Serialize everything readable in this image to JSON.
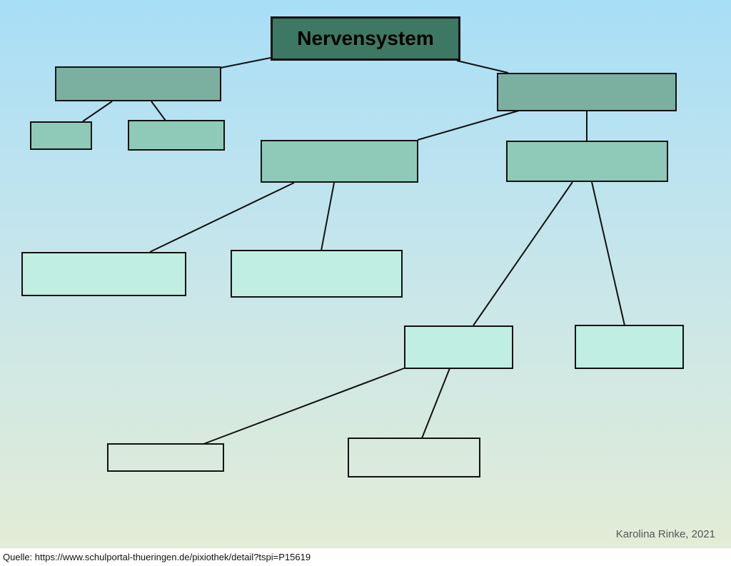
{
  "diagram": {
    "title": "Nervensystem",
    "boxes": [
      {
        "id": "b-l1",
        "label": ""
      },
      {
        "id": "b-r1",
        "label": ""
      },
      {
        "id": "b-l1a",
        "label": ""
      },
      {
        "id": "b-l1b",
        "label": ""
      },
      {
        "id": "b-r2a",
        "label": ""
      },
      {
        "id": "b-r2b",
        "label": ""
      },
      {
        "id": "b-r3a",
        "label": ""
      },
      {
        "id": "b-r3b",
        "label": ""
      },
      {
        "id": "b-r3c",
        "label": ""
      },
      {
        "id": "b-r3d",
        "label": ""
      },
      {
        "id": "b-r4a",
        "label": ""
      },
      {
        "id": "b-r4b",
        "label": ""
      }
    ]
  },
  "credit": "Karolina Rinke, 2021",
  "source": "Quelle: https://www.schulportal-thueringen.de/pixiothek/detail?tspi=P15619"
}
